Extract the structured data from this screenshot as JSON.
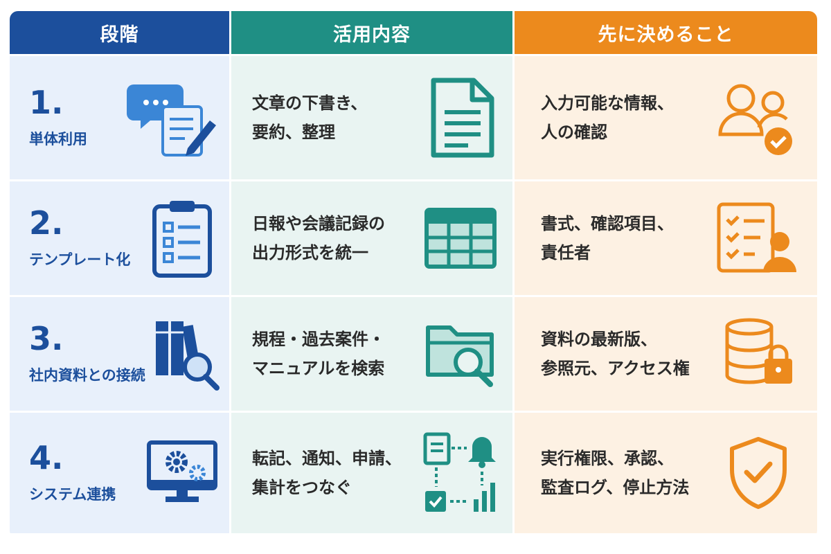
{
  "headers": {
    "stage": "段階",
    "content": "活用内容",
    "decide": "先に決めること"
  },
  "rows": [
    {
      "num": "1.",
      "stage": "単体利用",
      "content_l1": "文章の下書き、",
      "content_l2": "要約、整理",
      "decide_l1": "入力可能な情報、",
      "decide_l2": "人の確認",
      "icons": [
        "chat-document-pencil-icon",
        "document-icon",
        "users-check-icon"
      ]
    },
    {
      "num": "2.",
      "stage": "テンプレート化",
      "content_l1": "日報や会議記録の",
      "content_l2": "出力形式を統一",
      "decide_l1": "書式、確認項目、",
      "decide_l2": "責任者",
      "icons": [
        "clipboard-checklist-icon",
        "table-icon",
        "checklist-person-icon"
      ]
    },
    {
      "num": "3.",
      "stage": "社内資料との接続",
      "content_l1": "規程・過去案件・",
      "content_l2": "マニュアルを検索",
      "decide_l1": "資料の最新版、",
      "decide_l2": "参照元、アクセス権",
      "icons": [
        "books-magnifier-icon",
        "folder-search-icon",
        "database-lock-icon"
      ]
    },
    {
      "num": "4.",
      "stage": "システム連携",
      "content_l1": "転記、通知、申請、",
      "content_l2": "集計をつなぐ",
      "decide_l1": "実行権限、承認、",
      "decide_l2": "監査ログ、停止方法",
      "icons": [
        "monitor-gears-icon",
        "workflow-icon",
        "shield-check-icon"
      ]
    }
  ],
  "colors": {
    "blue": "#1c4f9c",
    "teal": "#1f8f84",
    "orange": "#ec8a1d"
  }
}
